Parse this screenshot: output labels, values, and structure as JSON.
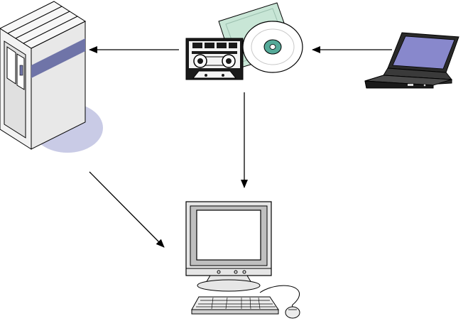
{
  "diagram": {
    "nodes": [
      {
        "id": "server",
        "icon": "server-cabinet-icon"
      },
      {
        "id": "media",
        "icon": "tape-and-disc-media-icon"
      },
      {
        "id": "laptop",
        "icon": "laptop-icon"
      },
      {
        "id": "workstation",
        "icon": "desktop-computer-icon"
      }
    ],
    "edges": [
      {
        "from": "media",
        "to": "server"
      },
      {
        "from": "laptop",
        "to": "media"
      },
      {
        "from": "media",
        "to": "workstation"
      },
      {
        "from": "server",
        "to": "workstation"
      }
    ]
  },
  "colors": {
    "outline": "#000000",
    "server_band": "#6f74a8",
    "server_shadow": "#c9cbe6",
    "laptop_screen": "#8888cc",
    "disc_case": "#c8e6d6",
    "disc_center": "#55aa99",
    "monitor_body": "#e6e6e6",
    "monitor_bezel": "#bfbfbf"
  }
}
